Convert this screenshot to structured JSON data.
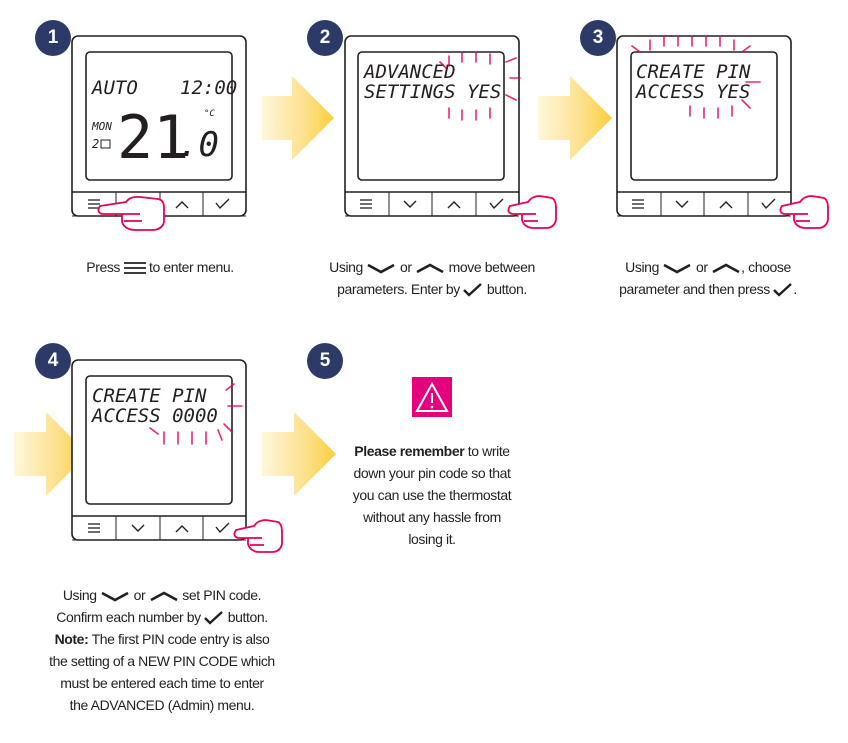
{
  "steps": [
    {
      "num": "1",
      "lcd_mode": "AUTO",
      "lcd_time": "12:00",
      "lcd_day": "MON",
      "lcd_prog": "2",
      "lcd_temp_int": "21",
      "lcd_temp_dec": ".0",
      "lcd_unit": "°C",
      "caption": {
        "press": "Press",
        "enter": "to enter menu."
      }
    },
    {
      "num": "2",
      "lcd_line1": "ADVANCED",
      "lcd_line2": "SETTINGS YES",
      "caption": {
        "using": "Using",
        "or": "or",
        "move": "move between",
        "params": "parameters. Enter by",
        "button": "button."
      }
    },
    {
      "num": "3",
      "lcd_line1": "CREATE PIN",
      "lcd_line2": "ACCESS YES",
      "caption": {
        "using": "Using",
        "or": "or",
        "choose": ", choose",
        "param": "parameter and then press",
        "dot": "."
      }
    },
    {
      "num": "4",
      "lcd_line1": "CREATE PIN",
      "lcd_line2": "ACCESS 0000",
      "caption": {
        "using": "Using",
        "or": "or",
        "set": "set PIN code.",
        "confirm": "Confirm each number by",
        "button": "button.",
        "note_label": "Note:",
        "note1": "The first PIN code entry is also",
        "note2": "the setting of a NEW PIN CODE which",
        "note3": "must be entered each time to enter",
        "note4": "the ADVANCED (Admin) menu."
      }
    },
    {
      "num": "5",
      "remember_bold": "Please remember",
      "remember_rest1": "to write",
      "remember2": "down your pin code so that",
      "remember3": "you can use the thermostat",
      "remember4": "without any hassle from",
      "remember5": "losing it."
    }
  ],
  "colors": {
    "badge": "#2b3a67",
    "blink": "#e8005a",
    "arrow": "#fbd34d",
    "warning": "#e5007e"
  },
  "icons": [
    "menu-icon",
    "chevron-down-icon",
    "chevron-up-icon",
    "check-icon",
    "pointing-hand-icon",
    "warning-icon",
    "arrow-right-icon"
  ]
}
